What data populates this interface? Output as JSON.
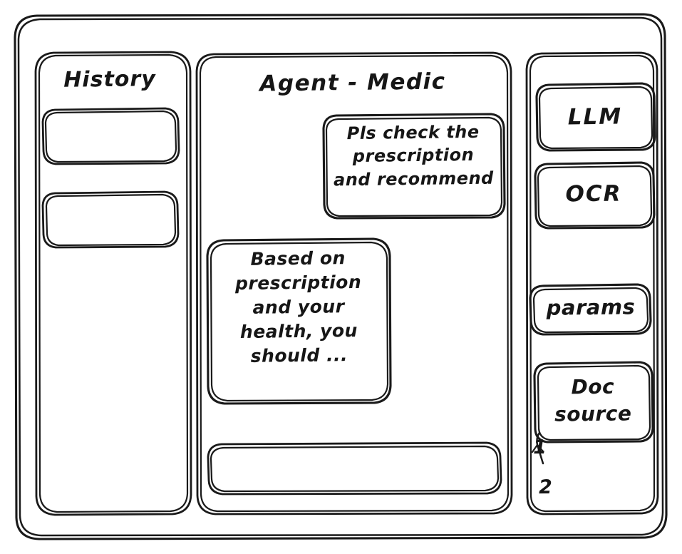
{
  "window": {
    "name": "agent-chat-wireframe",
    "style": "hand-drawn-sketch",
    "stroke_color": "#1a1a1a",
    "background_color": "#ffffff"
  },
  "sidebar_left": {
    "title": "History",
    "items": [
      {
        "label": "",
        "name": "history-item-1"
      },
      {
        "label": "",
        "name": "history-item-2"
      }
    ]
  },
  "main": {
    "title": "Agent - Medic",
    "messages": [
      {
        "role": "user",
        "text": "Pls check the\nprescription\nand recommend"
      },
      {
        "role": "agent",
        "text": "Based on\nprescription\nand your\nhealth, you\nshould ..."
      }
    ],
    "composer": {
      "value": "",
      "placeholder": ""
    }
  },
  "sidebar_right": {
    "buttons": [
      {
        "label": "LLM",
        "name": "llm-button"
      },
      {
        "label": "OCR",
        "name": "ocr-button"
      },
      {
        "label": "params",
        "name": "params-button"
      }
    ],
    "doc_source": {
      "label": "Doc\nsource",
      "sources": [
        "1",
        "2"
      ]
    }
  }
}
